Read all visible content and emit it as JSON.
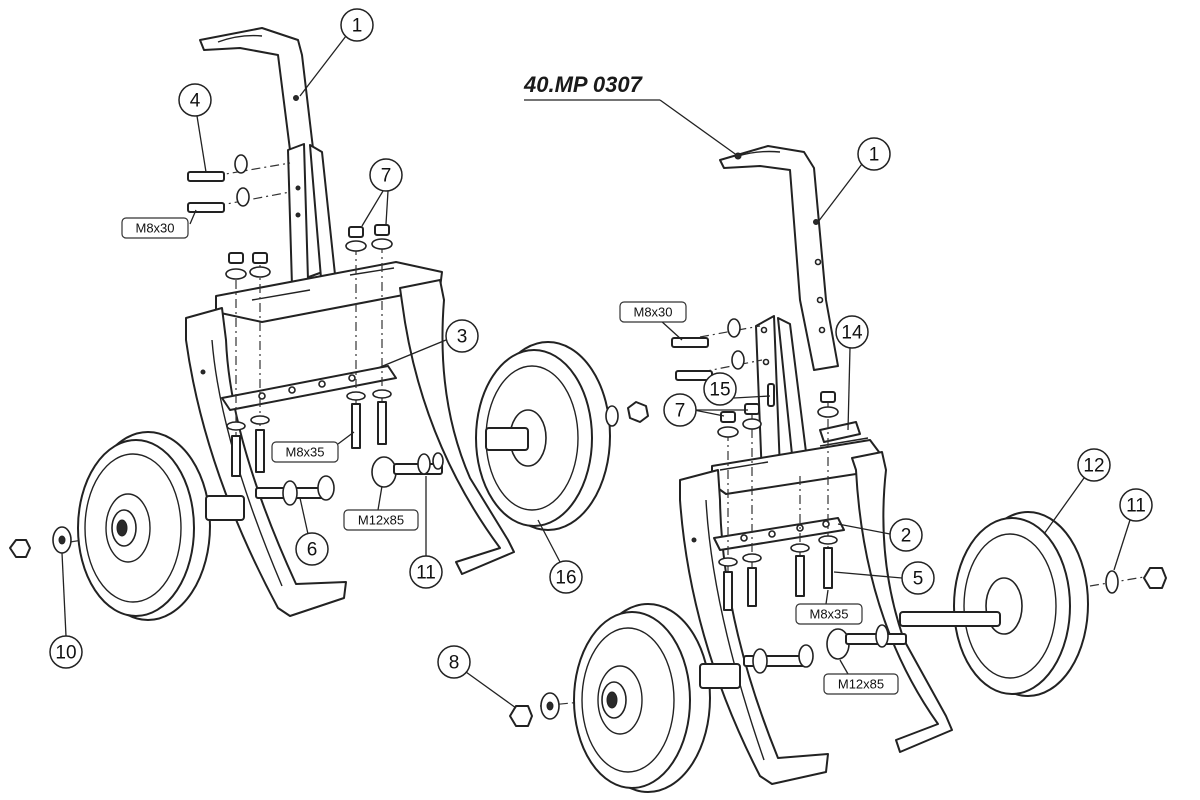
{
  "model": {
    "code": "40.MP 0307"
  },
  "callouts": {
    "left_handle": "1",
    "right_handle": "1",
    "bolt_m8x30": "4",
    "left_nuts": "7",
    "left_crossbar": "3",
    "left_axle_bolt": "6",
    "left_spacer": "11",
    "left_nut_washer": "10",
    "left_wheel_axle": "16",
    "right_bracket": "14",
    "right_pin": "15",
    "right_nuts": "7",
    "right_crossbar": "2",
    "right_bolt": "5",
    "right_wheel": "12",
    "right_washer": "11",
    "right_nut": "8"
  },
  "specs": {
    "left_m8x30": "M8x30",
    "left_m8x35": "M8x35",
    "left_m12x85": "M12x85",
    "right_m8x30": "M8x30",
    "right_m8x35": "M8x35",
    "right_m12x85": "M12x85"
  }
}
